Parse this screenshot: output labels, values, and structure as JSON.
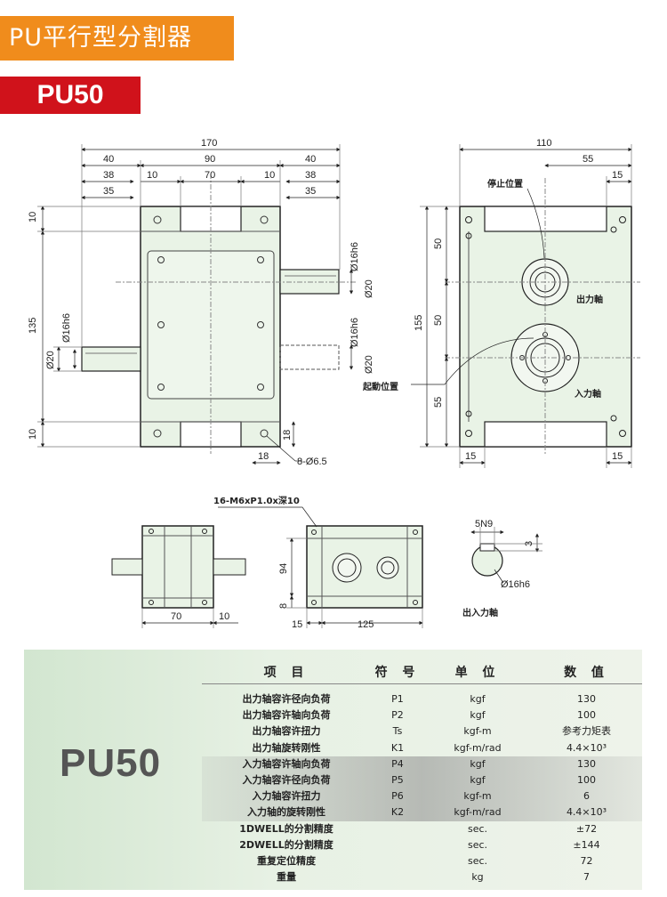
{
  "page": {
    "title": "PU平行型分割器",
    "model_badge": "PU50",
    "colors": {
      "title_bg": "#f08c1c",
      "badge_bg": "#d0121b",
      "body_fill": "#e9f3e6"
    }
  },
  "drawing": {
    "front_dims": {
      "overall": "170",
      "left_40": "40",
      "mid_90": "90",
      "right_40": "40",
      "d38a": "38",
      "d10a": "10",
      "d70": "70",
      "d10b": "10",
      "d38b": "38",
      "d35a": "35",
      "d35b": "35"
    },
    "side_dims": {
      "overall": "110",
      "d55": "55",
      "d15": "15",
      "h155": "155",
      "h50a": "50",
      "h50b": "50",
      "h55": "55",
      "b15a": "15",
      "b15b": "15"
    },
    "left_dims": {
      "d10top": "10",
      "d135": "135",
      "d10bot": "10",
      "shaft16": "Ø16h6",
      "shaft20": "Ø20"
    },
    "right_shaft_dims": {
      "s16a": "Ø16h6",
      "s20a": "Ø20",
      "s16b": "Ø16h6",
      "s20b": "Ø20"
    },
    "hole_dims": {
      "d18a": "18",
      "d18b": "18",
      "holes": "8-Ø6.5"
    },
    "labels": {
      "stop_pos": "停止位置",
      "out_shaft": "出力軸",
      "start_pos": "起動位置",
      "in_shaft": "入力軸",
      "io_shaft": "出入力軸"
    },
    "bottom_dims": {
      "tap": "16-M6xP1.0x深10",
      "d70": "70",
      "d10": "10",
      "d94": "94",
      "d8": "8",
      "d15": "15",
      "d125": "125",
      "key5n9": "5N9",
      "d3": "3",
      "ds16": "Ø16h6"
    }
  },
  "spec": {
    "model": "PU50",
    "headers": {
      "item": "项  目",
      "symbol": "符  号",
      "unit": "单  位",
      "value": "数  值"
    },
    "rows": [
      {
        "item": "出力轴容许径向负荷",
        "symbol": "P1",
        "unit": "kgf",
        "value": "130",
        "shade": false
      },
      {
        "item": "出力轴容许轴向负荷",
        "symbol": "P2",
        "unit": "kgf",
        "value": "100",
        "shade": false
      },
      {
        "item": "出力轴容许扭力",
        "symbol": "Ts",
        "unit": "kgf-m",
        "value": "参考力矩表",
        "shade": false
      },
      {
        "item": "出力轴旋转刚性",
        "symbol": "K1",
        "unit": "kgf-m/rad",
        "value": "4.4×10³",
        "shade": false
      },
      {
        "item": "入力轴容许轴向负荷",
        "symbol": "P4",
        "unit": "kgf",
        "value": "130",
        "shade": true
      },
      {
        "item": "入力轴容许径向负荷",
        "symbol": "P5",
        "unit": "kgf",
        "value": "100",
        "shade": true
      },
      {
        "item": "入力轴容许扭力",
        "symbol": "P6",
        "unit": "kgf-m",
        "value": "6",
        "shade": true
      },
      {
        "item": "入力轴的旋转刚性",
        "symbol": "K2",
        "unit": "kgf-m/rad",
        "value": "4.4×10³",
        "shade": true
      },
      {
        "item": "1DWELL的分割精度",
        "symbol": "",
        "unit": "sec.",
        "value": "±72",
        "shade": false
      },
      {
        "item": "2DWELL的分割精度",
        "symbol": "",
        "unit": "sec.",
        "value": "±144",
        "shade": false
      },
      {
        "item": "重复定位精度",
        "symbol": "",
        "unit": "sec.",
        "value": "72",
        "shade": false
      },
      {
        "item": "重量",
        "symbol": "",
        "unit": "kg",
        "value": "7",
        "shade": false
      }
    ]
  }
}
